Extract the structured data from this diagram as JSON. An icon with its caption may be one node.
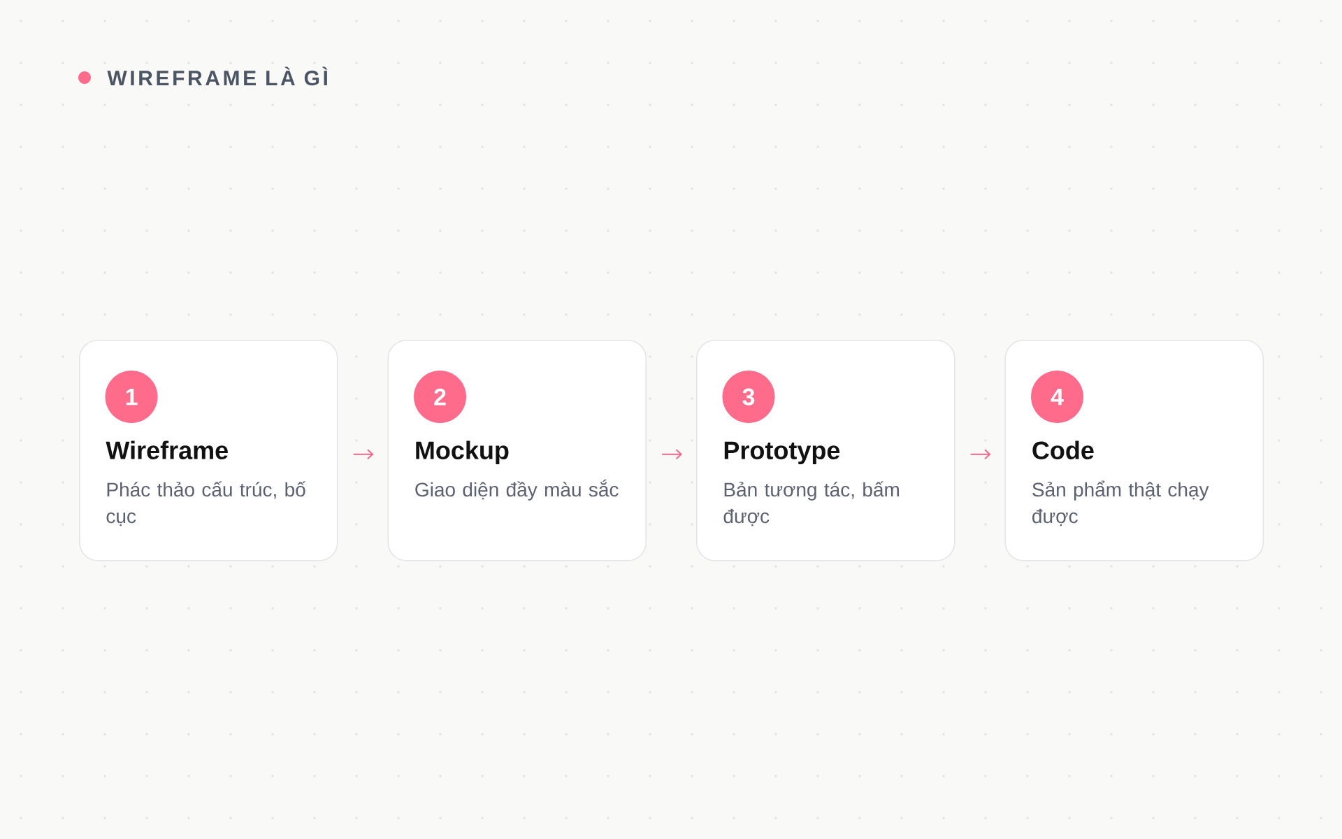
{
  "diagram": {
    "title": "WIREFRAME LÀ GÌ",
    "nodes": [
      {
        "text": [
          "Wireframe",
          "Phác thảo cấu trúc, bố cục"
        ]
      },
      {
        "text": [
          "1"
        ],
        "in": 0
      },
      {
        "text": [
          "Mockup",
          "Giao diện đầy màu sắc"
        ]
      },
      {
        "text": [
          "2"
        ],
        "in": 2
      },
      {
        "text": [
          "Prototype",
          "Bản tương tác, bấm được"
        ]
      },
      {
        "text": [
          "3"
        ],
        "in": 4
      },
      {
        "text": [
          "Code",
          "Sản phẩm thật chạy được"
        ]
      },
      {
        "text": [
          "4"
        ],
        "in": 6
      }
    ],
    "edges": [
      {
        "from": 0,
        "to": 2,
        "arrow": "to"
      },
      {
        "from": 2,
        "to": 4,
        "arrow": "to"
      },
      {
        "from": 4,
        "to": 6,
        "arrow": "to"
      }
    ]
  }
}
